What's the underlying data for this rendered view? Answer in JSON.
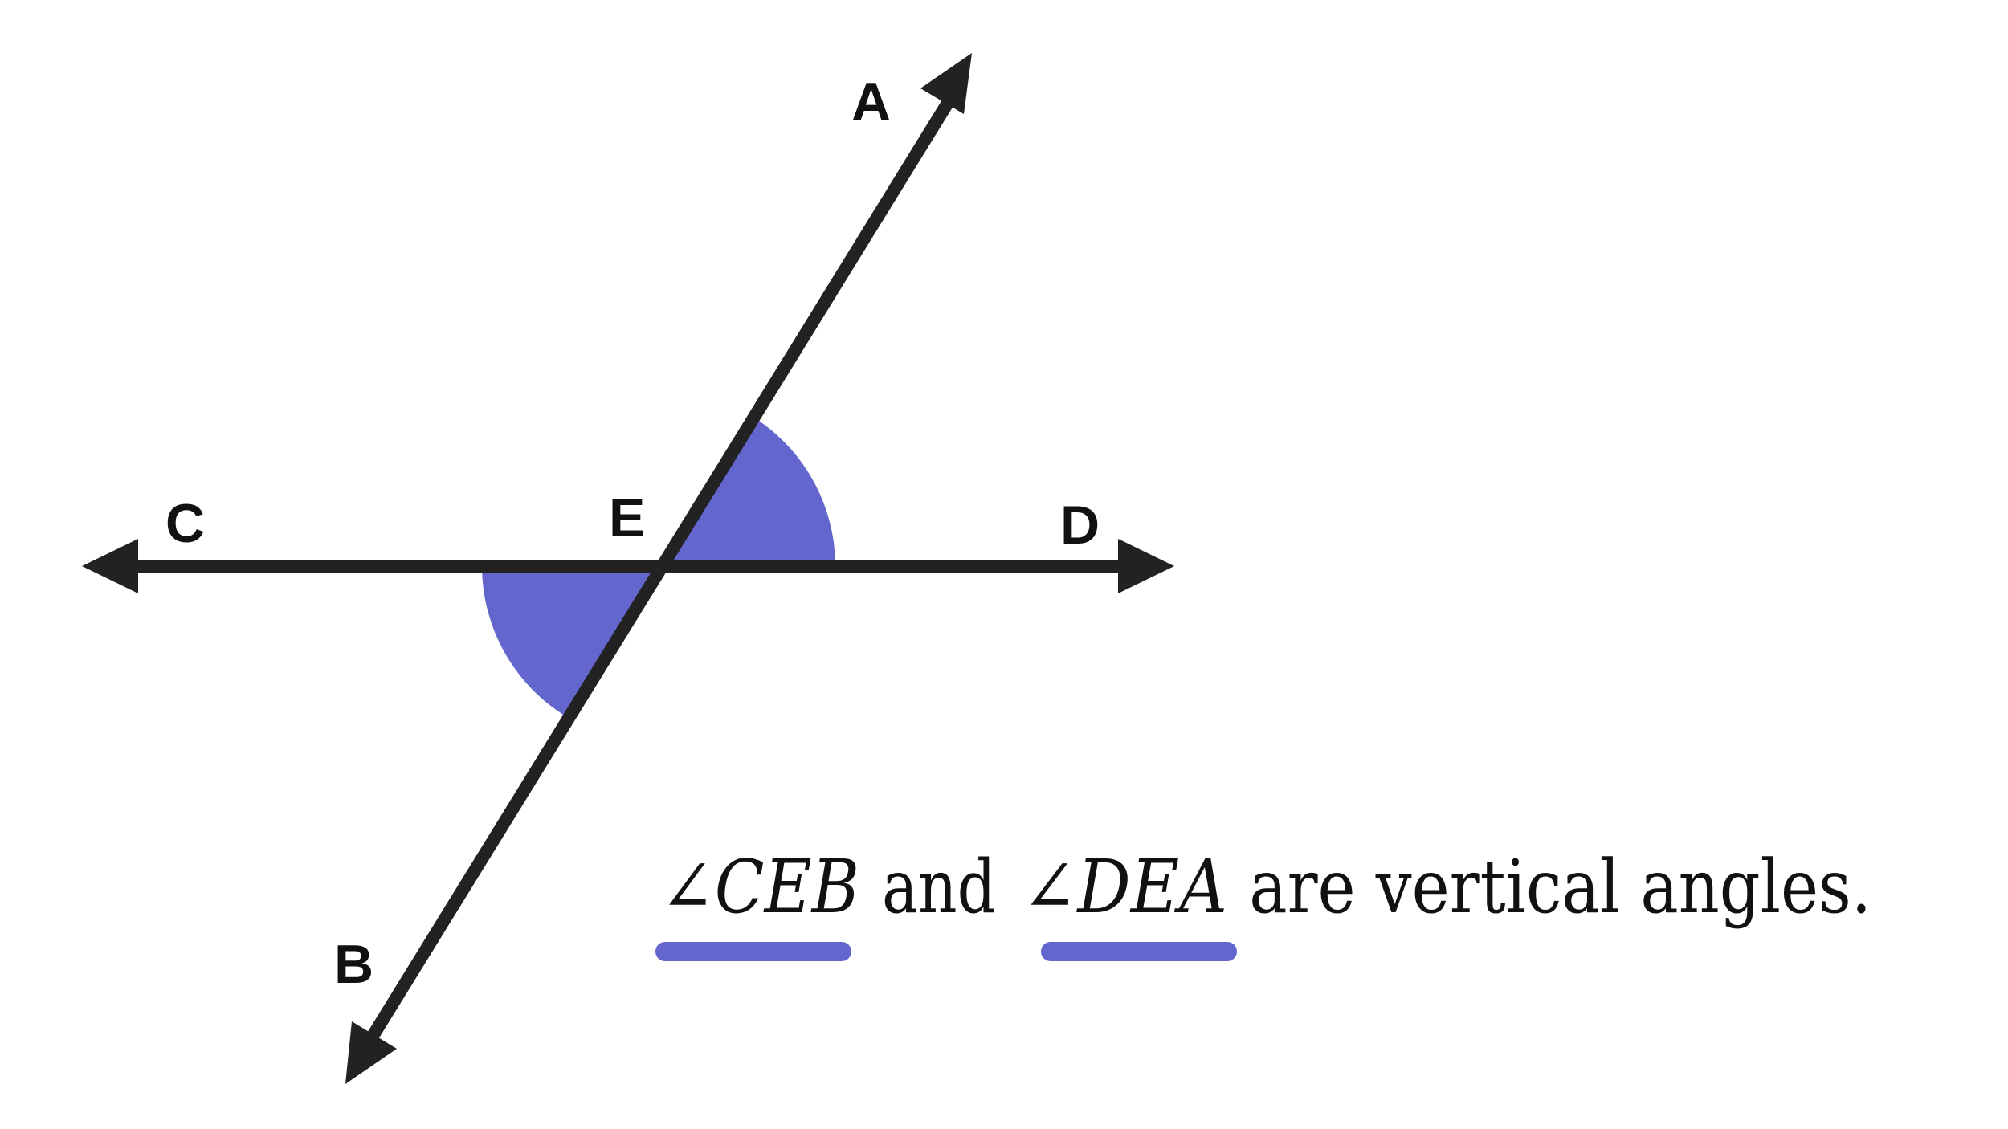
{
  "points": {
    "A": "A",
    "B": "B",
    "C": "C",
    "D": "D",
    "E": "E"
  },
  "caption": {
    "angle1": "∠CEB",
    "connector": " and ",
    "angle2": "∠DEA",
    "suffix": " are vertical angles."
  },
  "colors": {
    "line": "#222222",
    "angle_fill": "#6366cc",
    "underline": "#6366cc"
  }
}
